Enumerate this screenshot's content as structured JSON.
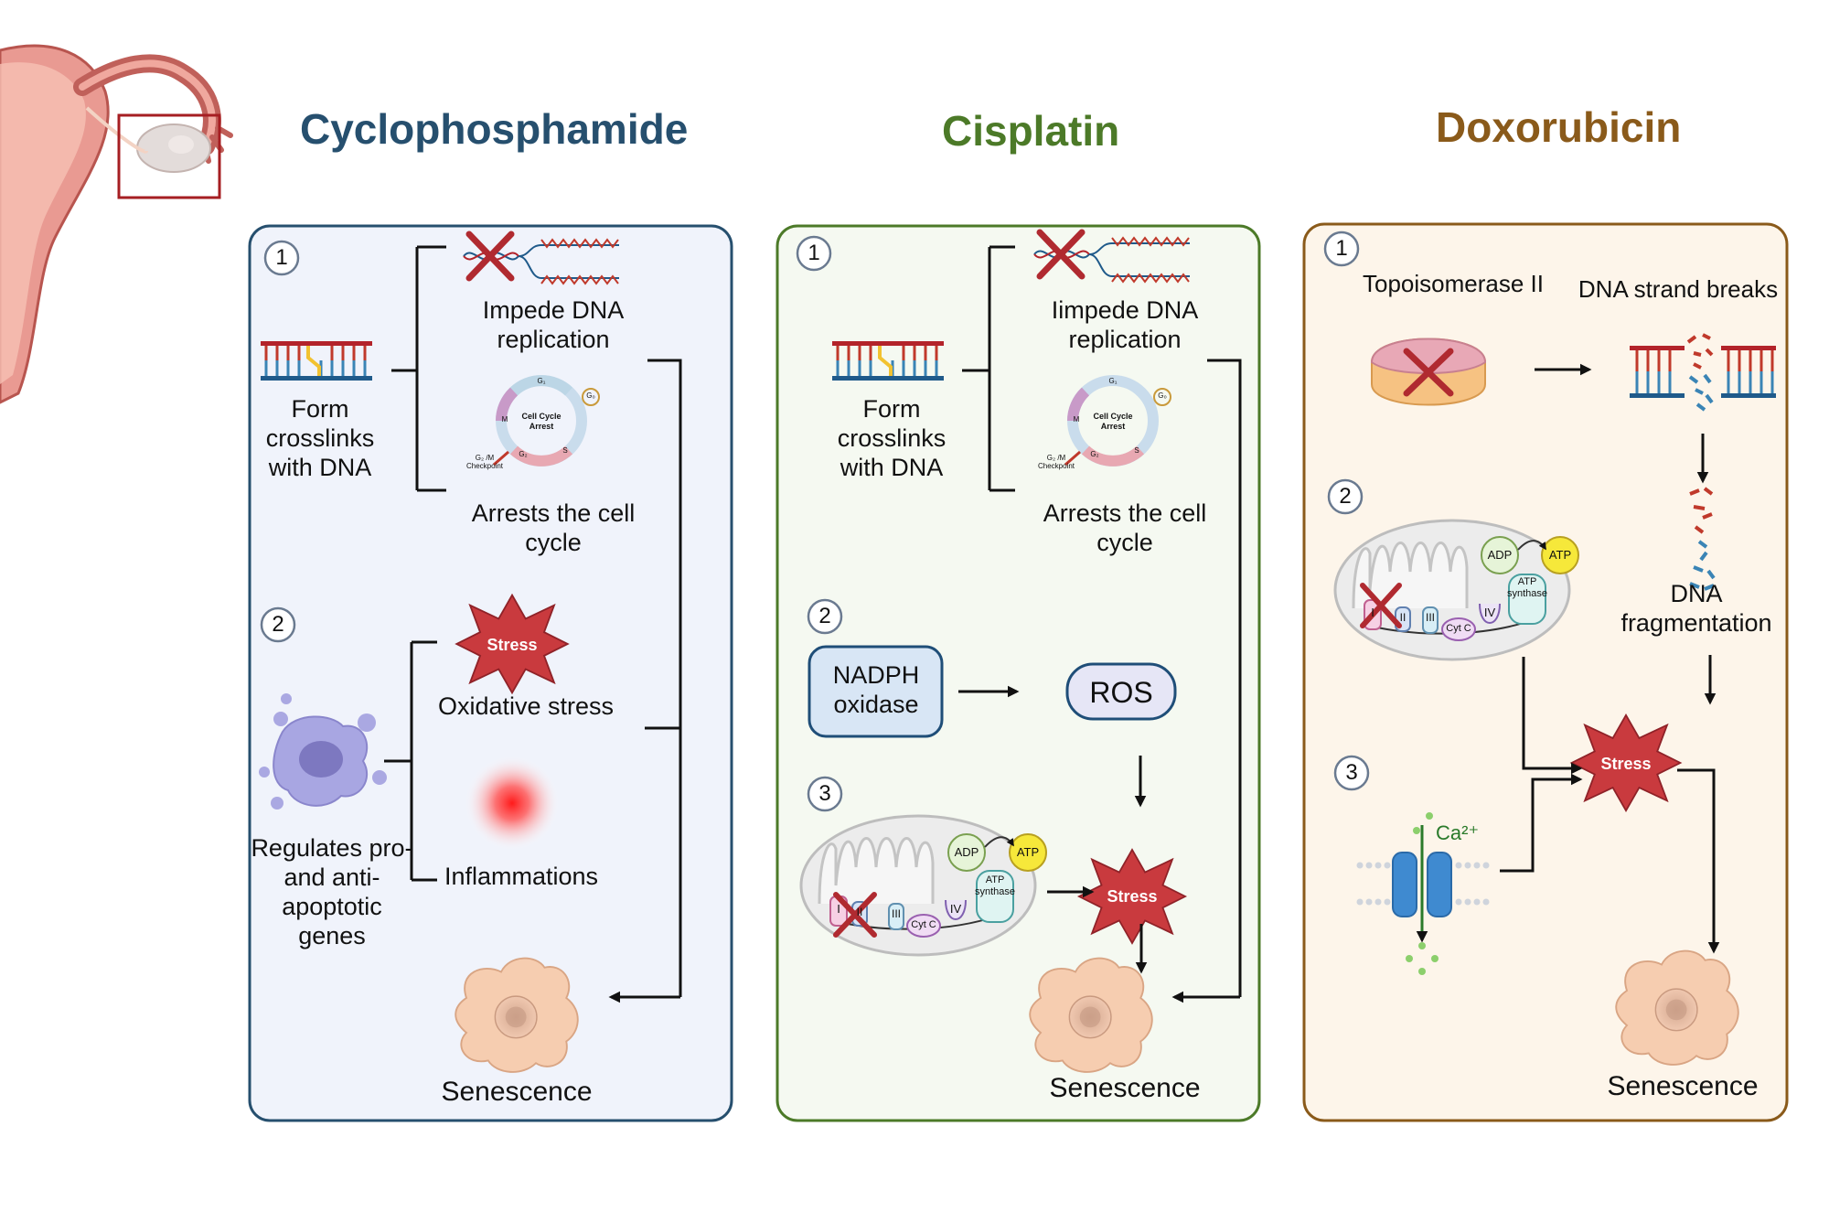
{
  "titles": {
    "cyclophosphamide": "Cyclophosphamide",
    "cisplatin": "Cisplatin",
    "doxorubicin": "Doxorubicin"
  },
  "colors": {
    "cyclophosphamide": "#264F6E",
    "cisplatin": "#4C7A28",
    "doxorubicin": "#8A5A1A",
    "stress": "#C93A3E",
    "arrow": "#111111"
  },
  "cyclophosphamide": {
    "step1": "1",
    "step2": "2",
    "crosslinks": "Form\ncrosslinks\nwith DNA",
    "impede": "Impede DNA\nreplication",
    "arrest": "Arrests the cell\ncycle",
    "oxidative": "Oxidative stress",
    "inflammation": "Inflammations",
    "genes": "Regulates pro-\nand anti-\napoptotic\ngenes",
    "senescence": "Senescence"
  },
  "cisplatin": {
    "step1": "1",
    "step2": "2",
    "step3": "3",
    "crosslinks": "Form\ncrosslinks\nwith DNA",
    "impede": "Iimpede DNA\nreplication",
    "arrest": "Arrests the cell\ncycle",
    "nadph": "NADPH\noxidase",
    "ros": "ROS",
    "senescence": "Senescence"
  },
  "doxorubicin": {
    "step1": "1",
    "step2": "2",
    "step3": "3",
    "topo": "Topoisomerase II",
    "breaks": "DNA strand breaks",
    "fragmentation": "DNA\nfragmentation",
    "calcium": "Ca²⁺",
    "senescence": "Senescence"
  },
  "icons": {
    "stress": "Stress",
    "cell_cycle": "Cell Cycle\nArrest",
    "checkpoint": "G₂ /M\nCheckpoint",
    "g1": "G₁",
    "g0": "G₀",
    "g2": "G₂",
    "s": "S",
    "m": "M",
    "adp": "ADP",
    "atp": "ATP",
    "atp_synthase": "ATP\nsynthase",
    "complex_i": "I",
    "complex_ii": "II",
    "complex_iii": "III",
    "complex_iv": "IV",
    "cytc": "Cyt C"
  }
}
